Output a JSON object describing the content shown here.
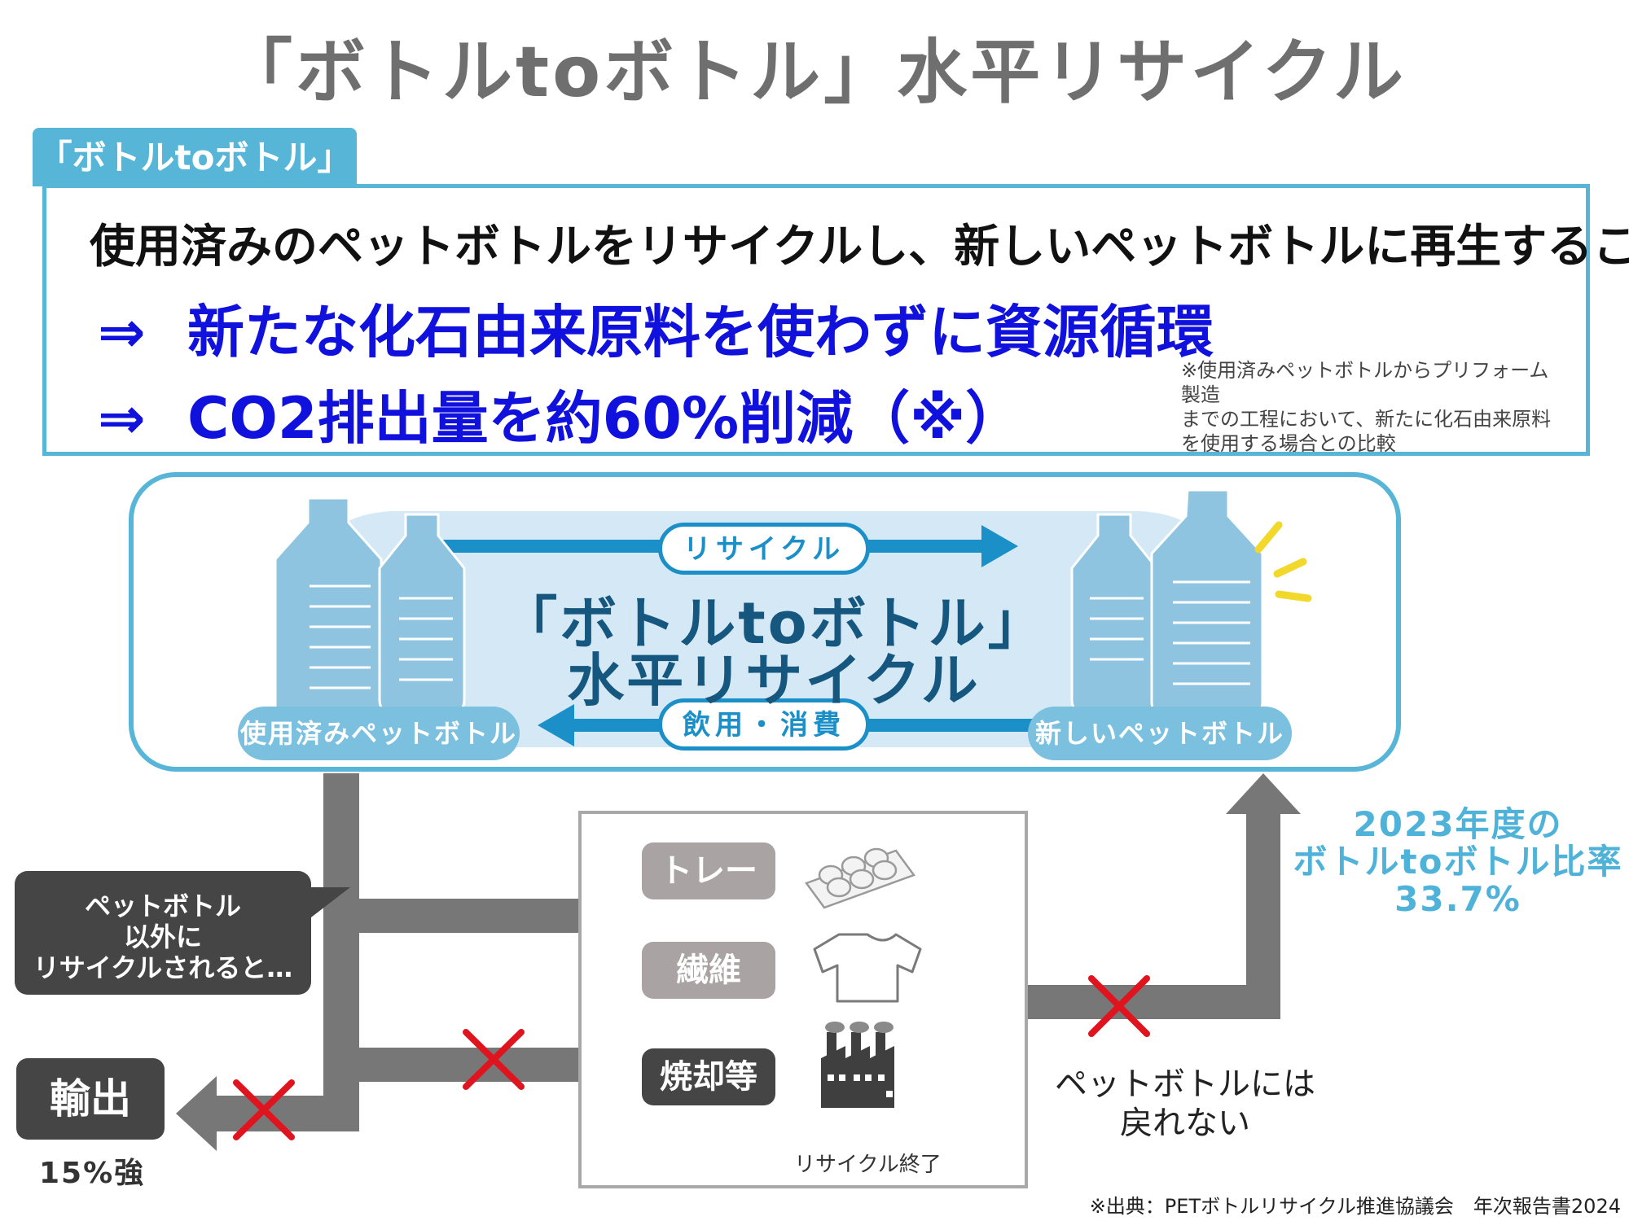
{
  "title": "「ボトルtoボトル」水平リサイクル",
  "definition": {
    "tab_label": "「ボトルtoボトル」",
    "text": "使用済みのペットボトルをリサイクルし、新しいペットボトルに再生すること",
    "arrow": "⇒",
    "point1": "新たな化石由来原料を使わずに資源循環",
    "point2": "CO2排出量を約60%削減（※）",
    "note": "※使用済みペットボトルからプリフォーム製造\n までの工程において、新たに化石由来原料\n を使用する場合との比較"
  },
  "cycle": {
    "recycle_label": "リサイクル",
    "consume_label": "飲用・消費",
    "title_line1": "「ボトルtoボトル」",
    "title_line2": "水平リサイクル",
    "used_bottle_label": "使用済みペットボトル",
    "new_bottle_label": "新しいペットボトル"
  },
  "flow": {
    "bubble_text": "ペットボトル\n以外に\nリサイクルされると…",
    "export_label": "輸出",
    "export_share": "15%強",
    "destinations": [
      "トレー",
      "繊維",
      "焼却等"
    ],
    "recycle_end": "リサイクル終了",
    "cannot_return": "ペットボトルには\n戻れない",
    "rate_line1": "2023年度の",
    "rate_line2": "ボトルtoボトル比率",
    "rate_value": "33.7%"
  },
  "source": "※出典：PETボトルリサイクル推進協議会　年次報告書2024",
  "colors": {
    "accent_blue": "#57b6d8",
    "flow_blue": "#1b8fc7",
    "point_blue": "#1111dd",
    "flow_gray": "#777777",
    "cross_red": "#e0141e",
    "dark_box": "#454545"
  },
  "icons": [
    "bottle-icon",
    "egg-tray-icon",
    "tshirt-icon",
    "factory-icon",
    "cross-icon",
    "sparkle-icon"
  ]
}
